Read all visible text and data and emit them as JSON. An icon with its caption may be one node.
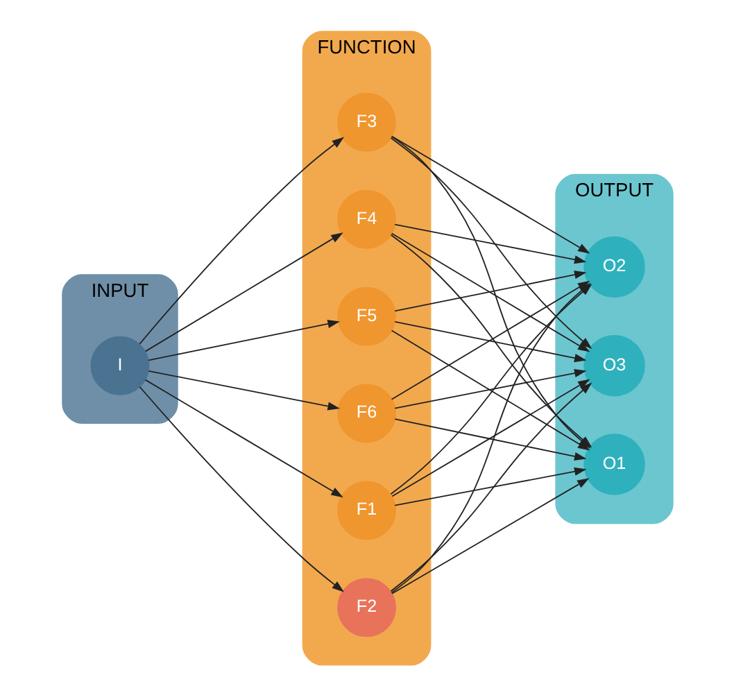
{
  "diagram": {
    "nodes": [
      {
        "text": [
          "INPUT"
        ]
      },
      {
        "text": [
          "I"
        ],
        "in": 0
      },
      {
        "text": [
          "FUNCTION"
        ]
      },
      {
        "text": [
          "F1"
        ],
        "in": 2
      },
      {
        "text": [
          "F2"
        ],
        "in": 2
      },
      {
        "text": [
          "F3"
        ],
        "in": 2
      },
      {
        "text": [
          "F4"
        ],
        "in": 2
      },
      {
        "text": [
          "F5"
        ],
        "in": 2
      },
      {
        "text": [
          "F6"
        ],
        "in": 2
      },
      {
        "text": [
          "OUTPUT"
        ]
      },
      {
        "text": [
          "O1"
        ],
        "in": 9
      },
      {
        "text": [
          "O2"
        ],
        "in": 9
      },
      {
        "text": [
          "O3"
        ],
        "in": 9
      }
    ],
    "edges": [
      {
        "from": 1,
        "to": 3,
        "arrow": "to"
      },
      {
        "from": 1,
        "to": 4,
        "arrow": "to"
      },
      {
        "from": 1,
        "to": 5,
        "arrow": "to"
      },
      {
        "from": 1,
        "to": 6,
        "arrow": "to"
      },
      {
        "from": 1,
        "to": 7,
        "arrow": "to"
      },
      {
        "from": 1,
        "to": 8,
        "arrow": "to"
      },
      {
        "from": 3,
        "to": 10,
        "arrow": "to"
      },
      {
        "from": 3,
        "to": 11,
        "arrow": "to"
      },
      {
        "from": 3,
        "to": 12,
        "arrow": "to"
      },
      {
        "from": 4,
        "to": 10,
        "arrow": "to"
      },
      {
        "from": 4,
        "to": 11,
        "arrow": "to"
      },
      {
        "from": 4,
        "to": 12,
        "arrow": "to"
      },
      {
        "from": 5,
        "to": 10,
        "arrow": "to"
      },
      {
        "from": 5,
        "to": 11,
        "arrow": "to"
      },
      {
        "from": 5,
        "to": 12,
        "arrow": "to"
      },
      {
        "from": 6,
        "to": 10,
        "arrow": "to"
      },
      {
        "from": 6,
        "to": 11,
        "arrow": "to"
      },
      {
        "from": 6,
        "to": 12,
        "arrow": "to"
      },
      {
        "from": 7,
        "to": 10,
        "arrow": "to"
      },
      {
        "from": 7,
        "to": 11,
        "arrow": "to"
      },
      {
        "from": 7,
        "to": 12,
        "arrow": "to"
      },
      {
        "from": 8,
        "to": 10,
        "arrow": "to"
      },
      {
        "from": 8,
        "to": 11,
        "arrow": "to"
      },
      {
        "from": 8,
        "to": 12,
        "arrow": "to"
      }
    ]
  }
}
